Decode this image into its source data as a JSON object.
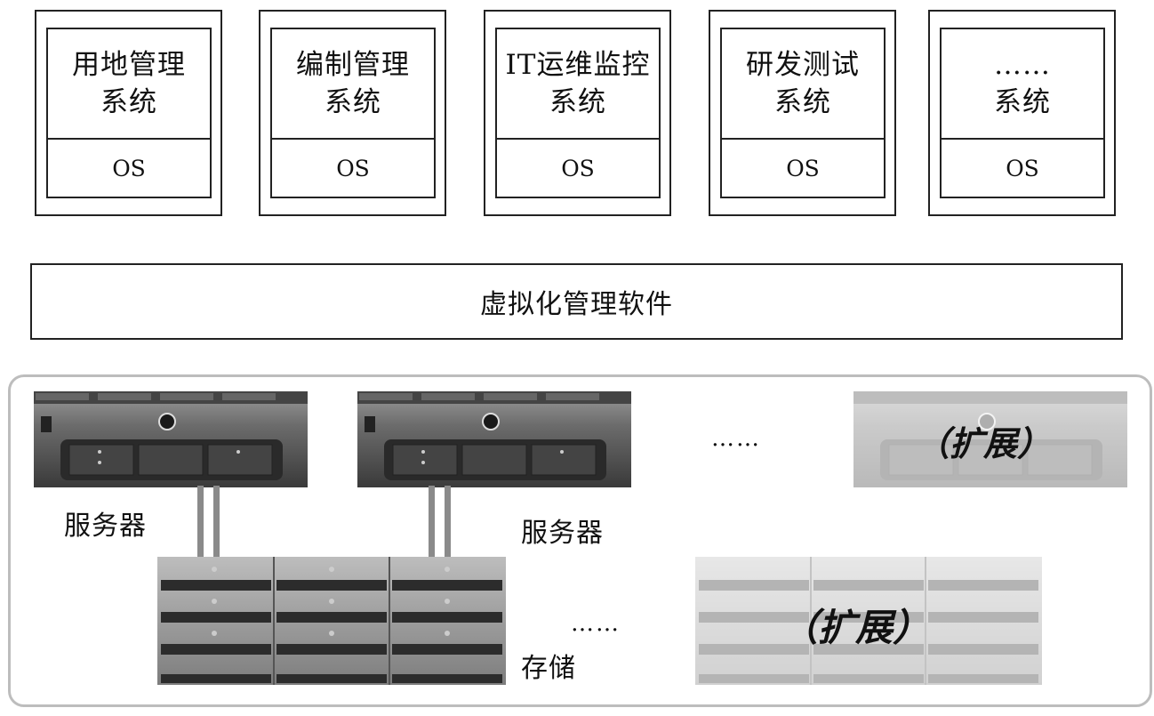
{
  "vm_systems": [
    {
      "line1": "用地管理",
      "line2": "系统",
      "os": "OS"
    },
    {
      "line1": "编制管理",
      "line2": "系统",
      "os": "OS"
    },
    {
      "line1": "IT运维监控",
      "line2": "系统",
      "os": "OS"
    },
    {
      "line1": "研发测试",
      "line2": "系统",
      "os": "OS"
    },
    {
      "line1": "……",
      "line2": "系统",
      "os": "OS"
    }
  ],
  "virtualization_layer": {
    "label": "虚拟化管理软件"
  },
  "hardware": {
    "server_label_1": "服务器",
    "server_label_2": "服务器",
    "server_ellipsis": "……",
    "server_expand": "（扩展）",
    "storage_label": "存储",
    "storage_ellipsis": "……",
    "storage_expand": "（扩展）"
  }
}
